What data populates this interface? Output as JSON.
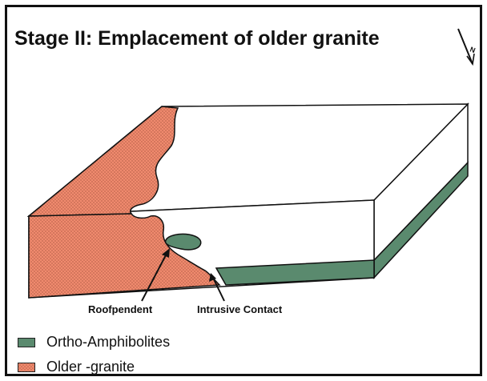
{
  "title": "Stage II: Emplacement of older granite",
  "north_arrow": {
    "icon": "north-arrow-icon",
    "letter": "N"
  },
  "labels": {
    "roofpendent": "Roofpendent",
    "intrusive_contact": "Intrusive Contact"
  },
  "legend": [
    {
      "label": "Ortho-Amphibolites",
      "color": "#5a8a6e",
      "pattern": "solid"
    },
    {
      "label": "Older -granite",
      "color": "#f08a6e",
      "pattern": "stipple"
    }
  ],
  "colors": {
    "amphibolite": "#5a8a6e",
    "granite": "#f08a6e",
    "outline": "#111111"
  }
}
